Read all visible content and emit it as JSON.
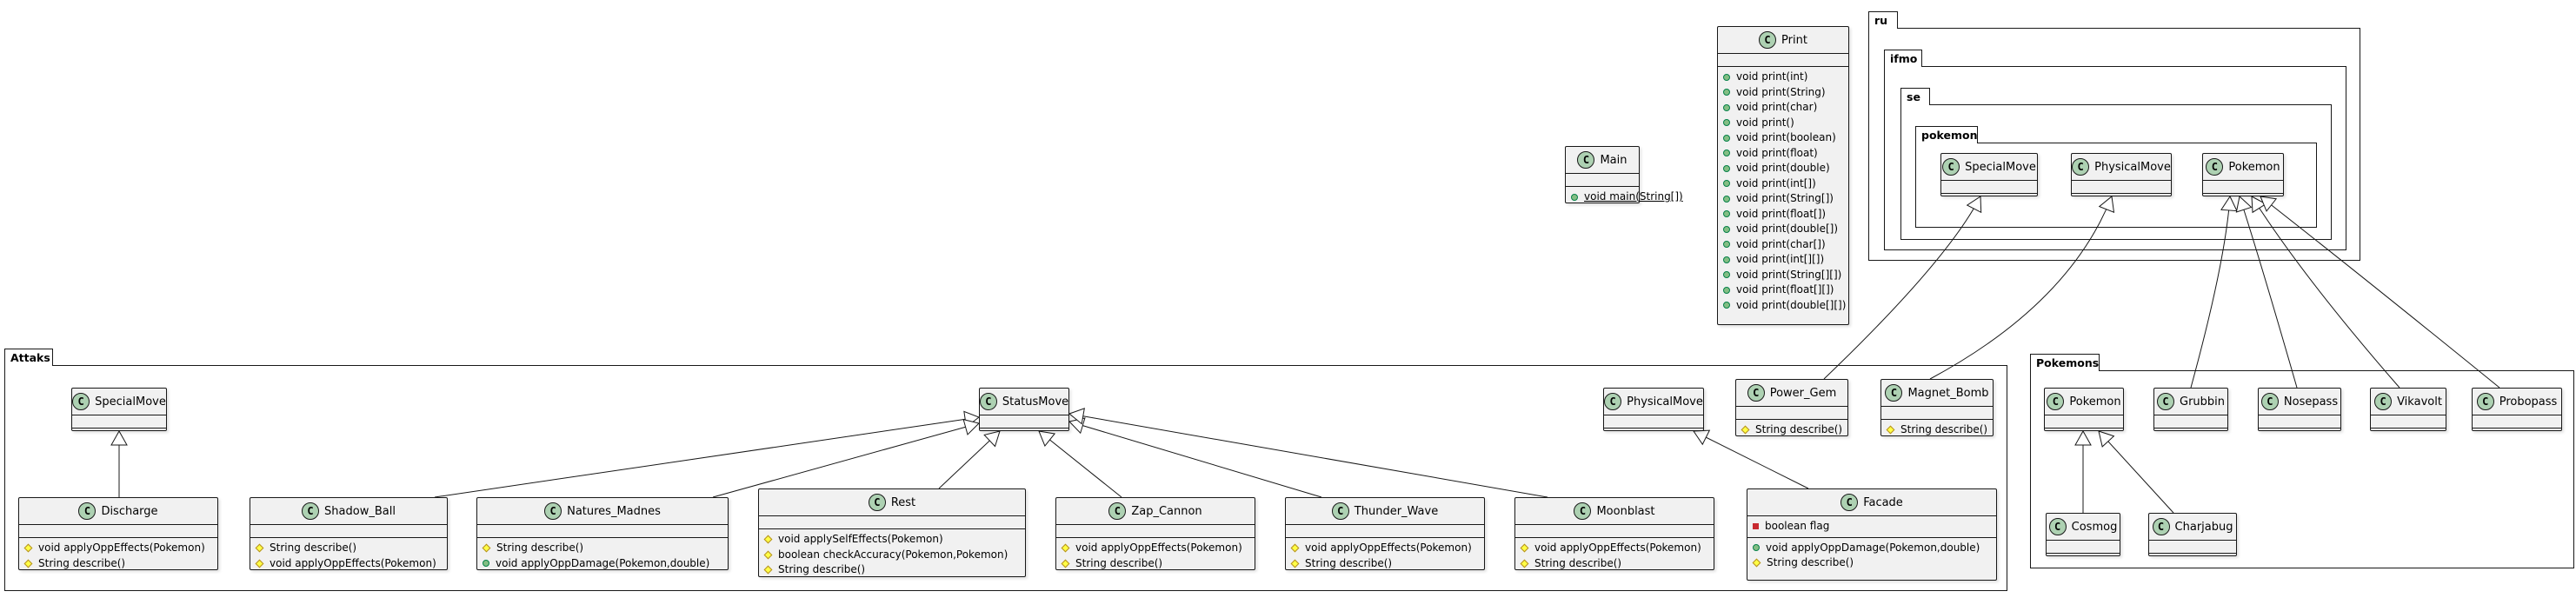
{
  "packages": {
    "ru": "ru",
    "ifmo": "ifmo",
    "se": "se",
    "pokemon": "pokemon",
    "attaks": "Attaks",
    "pokemons": "Pokemons"
  },
  "classes": {
    "main": {
      "name": "Main",
      "methods": [
        {
          "vis": "public",
          "text": "void main(String[])",
          "static": true
        }
      ]
    },
    "print": {
      "name": "Print",
      "methods": [
        {
          "vis": "public",
          "text": "void print(int)"
        },
        {
          "vis": "public",
          "text": "void print(String)"
        },
        {
          "vis": "public",
          "text": "void print(char)"
        },
        {
          "vis": "public",
          "text": "void print()"
        },
        {
          "vis": "public",
          "text": "void print(boolean)"
        },
        {
          "vis": "public",
          "text": "void print(float)"
        },
        {
          "vis": "public",
          "text": "void print(double)"
        },
        {
          "vis": "public",
          "text": "void print(int[])"
        },
        {
          "vis": "public",
          "text": "void print(String[])"
        },
        {
          "vis": "public",
          "text": "void print(float[])"
        },
        {
          "vis": "public",
          "text": "void print(double[])"
        },
        {
          "vis": "public",
          "text": "void print(char[])"
        },
        {
          "vis": "public",
          "text": "void print(int[][])"
        },
        {
          "vis": "public",
          "text": "void print(String[][])"
        },
        {
          "vis": "public",
          "text": "void print(float[][])"
        },
        {
          "vis": "public",
          "text": "void print(double[][])"
        }
      ]
    },
    "ru_special": {
      "name": "SpecialMove"
    },
    "ru_physical": {
      "name": "PhysicalMove"
    },
    "ru_pokemon": {
      "name": "Pokemon"
    },
    "a_special": {
      "name": "SpecialMove"
    },
    "a_status": {
      "name": "StatusMove"
    },
    "a_physical": {
      "name": "PhysicalMove"
    },
    "power_gem": {
      "name": "Power_Gem",
      "methods": [
        {
          "vis": "protected",
          "text": "String describe()"
        }
      ]
    },
    "magnet_bomb": {
      "name": "Magnet_Bomb",
      "methods": [
        {
          "vis": "protected",
          "text": "String describe()"
        }
      ]
    },
    "discharge": {
      "name": "Discharge",
      "methods": [
        {
          "vis": "protected",
          "text": "void applyOppEffects(Pokemon)"
        },
        {
          "vis": "protected",
          "text": "String describe()"
        }
      ]
    },
    "shadow_ball": {
      "name": "Shadow_Ball",
      "methods": [
        {
          "vis": "protected",
          "text": "String describe()"
        },
        {
          "vis": "protected",
          "text": "void applyOppEffects(Pokemon)"
        }
      ]
    },
    "natures_madnes": {
      "name": "Natures_Madnes",
      "methods": [
        {
          "vis": "protected",
          "text": "String describe()"
        },
        {
          "vis": "public",
          "text": "void applyOppDamage(Pokemon,double)"
        }
      ]
    },
    "rest": {
      "name": "Rest",
      "methods": [
        {
          "vis": "protected",
          "text": "void applySelfEffects(Pokemon)"
        },
        {
          "vis": "protected",
          "text": "boolean checkAccuracy(Pokemon,Pokemon)"
        },
        {
          "vis": "protected",
          "text": "String describe()"
        }
      ]
    },
    "zap_cannon": {
      "name": "Zap_Cannon",
      "methods": [
        {
          "vis": "protected",
          "text": "void applyOppEffects(Pokemon)"
        },
        {
          "vis": "protected",
          "text": "String describe()"
        }
      ]
    },
    "thunder_wave": {
      "name": "Thunder_Wave",
      "methods": [
        {
          "vis": "protected",
          "text": "void applyOppEffects(Pokemon)"
        },
        {
          "vis": "protected",
          "text": "String describe()"
        }
      ]
    },
    "moonblast": {
      "name": "Moonblast",
      "methods": [
        {
          "vis": "protected",
          "text": "void applyOppEffects(Pokemon)"
        },
        {
          "vis": "protected",
          "text": "String describe()"
        }
      ]
    },
    "facade": {
      "name": "Facade",
      "fields": [
        {
          "vis": "private",
          "text": "boolean flag"
        }
      ],
      "methods": [
        {
          "vis": "public",
          "text": "void applyOppDamage(Pokemon,double)"
        },
        {
          "vis": "protected",
          "text": "String describe()"
        }
      ]
    },
    "p_pokemon": {
      "name": "Pokemon"
    },
    "grubbin": {
      "name": "Grubbin"
    },
    "nosepass": {
      "name": "Nosepass"
    },
    "vikavolt": {
      "name": "Vikavolt"
    },
    "probopass": {
      "name": "Probopass"
    },
    "cosmog": {
      "name": "Cosmog"
    },
    "charjabug": {
      "name": "Charjabug"
    }
  },
  "class_icon_letter": "C",
  "colors": {
    "class_bg": "#f1f1f1",
    "class_icon": "#add1b2",
    "public": "#84be84",
    "protected": "#ffff44",
    "private": "#c82930",
    "line": "#181818"
  }
}
